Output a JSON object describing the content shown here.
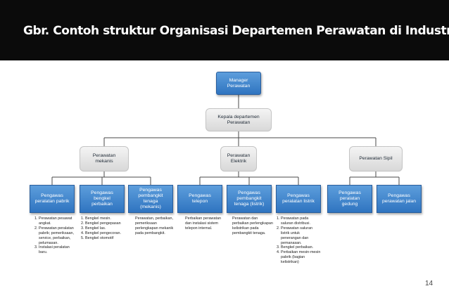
{
  "title": "Gbr. Contoh struktur Organisasi Departemen Perawatan di Industri",
  "page_number": "14",
  "org": {
    "manager": "Manager\nPerawatan",
    "head": "Kepala departemen\nPerawatan",
    "mid": [
      {
        "label": "Perawatan\nmekanis"
      },
      {
        "label": "Perawatan\nElektrik"
      },
      {
        "label": "Perawatan Sipil"
      }
    ],
    "units": [
      {
        "label": "Pengawas\nperalatan pabrik",
        "duties": [
          "Perawatan pesawat angkat.",
          "Perawatan peralatan pabrik; pemeriksaan, service, perbaikan, pelumasan.",
          "Instalasi peralatan baru."
        ]
      },
      {
        "label": "Pengawas\nbengkel\nperbaikan",
        "duties": [
          "Bengkel mesin.",
          "Bengkel pengepasan",
          "Bengkel las.",
          "Bengkel pengecoran.",
          "Bengkel otomotif"
        ]
      },
      {
        "label": "Pengawas\npembangkit\ntenaga\n(mekanis)",
        "duties": [
          "Perawatan, perbaikan, pemeriksaan perlengkapan mekanik pada pembangkit."
        ]
      },
      {
        "label": "Pengawas\ntelepon",
        "duties": [
          "Perbaikan perawatan dan instalasi sistem telepon internal."
        ]
      },
      {
        "label": "Pengawas\npembangkit\ntenaga (listrik)",
        "duties": [
          "Perawatan dan perbaikan perlengkapan kelistrikan pada pembangkit tenaga."
        ]
      },
      {
        "label": "Pengawas\nperalatan listrik",
        "duties": [
          "Perawatan pada saluran distribusi.",
          "Perawatan saluran listrik untuk penerangan dan pemanasan.",
          "Bengkel perbaikan.",
          "Perbaikan mesin-mesin pabrik (bagian kelistrikan)"
        ]
      },
      {
        "label": "Pengawas\nperalatan\ngedung",
        "duties": []
      },
      {
        "label": "Pengawas\nperawatan jalan",
        "duties": []
      }
    ]
  },
  "colors": {
    "title_bar": "#0b0b0b",
    "unit_box": "#3c82cc",
    "connector": "#4a4a4a"
  }
}
